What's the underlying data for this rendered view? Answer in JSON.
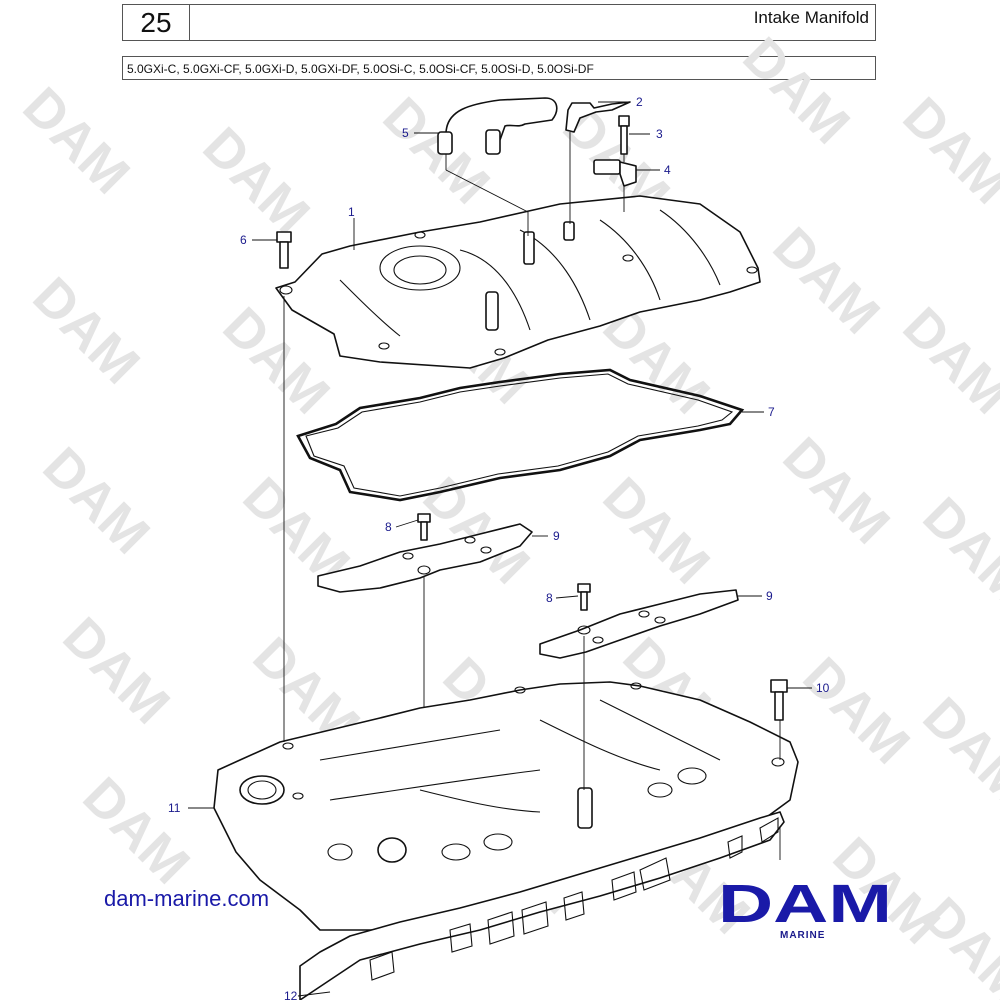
{
  "header": {
    "section_number": "25",
    "title": "Intake Manifold",
    "models": "5.0GXi-C, 5.0GXi-CF, 5.0GXi-D, 5.0GXi-DF, 5.0OSi-C, 5.0OSi-CF, 5.0OSi-D, 5.0OSi-DF"
  },
  "watermark": {
    "text": "DAM"
  },
  "callouts": [
    {
      "id": "1",
      "label": "1"
    },
    {
      "id": "2",
      "label": "2"
    },
    {
      "id": "3",
      "label": "3"
    },
    {
      "id": "4",
      "label": "4"
    },
    {
      "id": "5",
      "label": "5"
    },
    {
      "id": "6",
      "label": "6"
    },
    {
      "id": "7",
      "label": "7"
    },
    {
      "id": "8a",
      "label": "8"
    },
    {
      "id": "9a",
      "label": "9"
    },
    {
      "id": "8b",
      "label": "8"
    },
    {
      "id": "9b",
      "label": "9"
    },
    {
      "id": "10",
      "label": "10"
    },
    {
      "id": "11",
      "label": "11"
    },
    {
      "id": "12",
      "label": "12"
    }
  ],
  "footer": {
    "website": "dam-marine.com",
    "logo_text": "DAM",
    "logo_subtext": "MARINE"
  },
  "colors": {
    "callout": "#1a1a8c",
    "brand": "#1a1aa8",
    "watermark": "#e4e4e4"
  }
}
